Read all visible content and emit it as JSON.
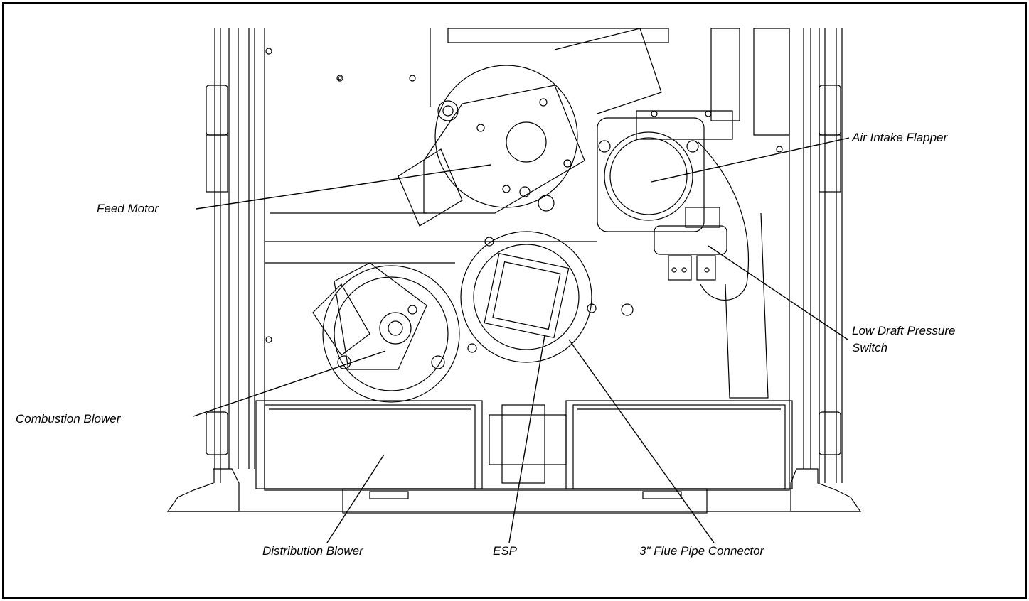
{
  "labels": {
    "feed_motor": "Feed Motor",
    "combustion_blower": "Combustion Blower",
    "air_intake_flapper": "Air Intake Flapper",
    "low_draft_line1": "Low Draft Pressure",
    "low_draft_line2": "Switch",
    "distribution_blower": "Distribution Blower",
    "esp": "ESP",
    "flue_connector": "3\" Flue Pipe Connector"
  },
  "colors": {
    "line": "#000000",
    "background": "#ffffff"
  }
}
